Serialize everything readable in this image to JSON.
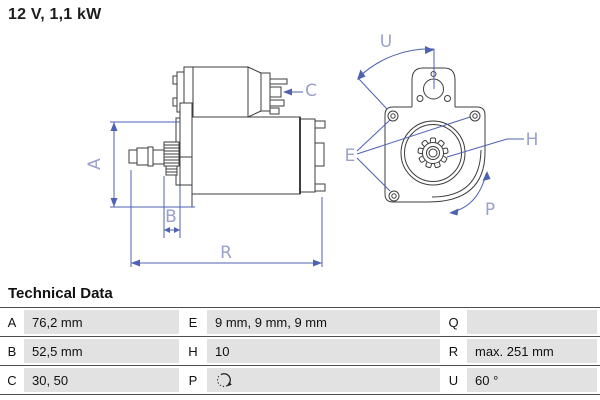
{
  "header": {
    "title": "12 V, 1,1 kW"
  },
  "diagram": {
    "description": "starter-motor-technical-drawing, side view and front view",
    "labels": {
      "A": "A",
      "B": "B",
      "C": "C",
      "R": "R",
      "E": "E",
      "H": "H",
      "P": "P",
      "U": "U"
    }
  },
  "technical_data": {
    "heading": "Technical Data",
    "rows": [
      {
        "cells": [
          {
            "key": "A",
            "value": "76,2 mm"
          },
          {
            "key": "E",
            "value": "9 mm, 9 mm, 9 mm"
          },
          {
            "key": "Q",
            "value": ""
          }
        ]
      },
      {
        "cells": [
          {
            "key": "B",
            "value": "52,5 mm"
          },
          {
            "key": "H",
            "value": "10"
          },
          {
            "key": "R",
            "value": "max. 251 mm"
          }
        ]
      },
      {
        "cells": [
          {
            "key": "C",
            "value": "30, 50"
          },
          {
            "key": "P",
            "value": "",
            "icon": "rotation-clockwise"
          },
          {
            "key": "U",
            "value": "60 °"
          }
        ]
      }
    ]
  },
  "colors": {
    "dimension_line": "#4d62b2",
    "dimension_label": "#9aa1cb",
    "outline": "#3d3d3d",
    "table_value_bg": "#e2e2e2",
    "table_separator": "#4f4f4f"
  }
}
